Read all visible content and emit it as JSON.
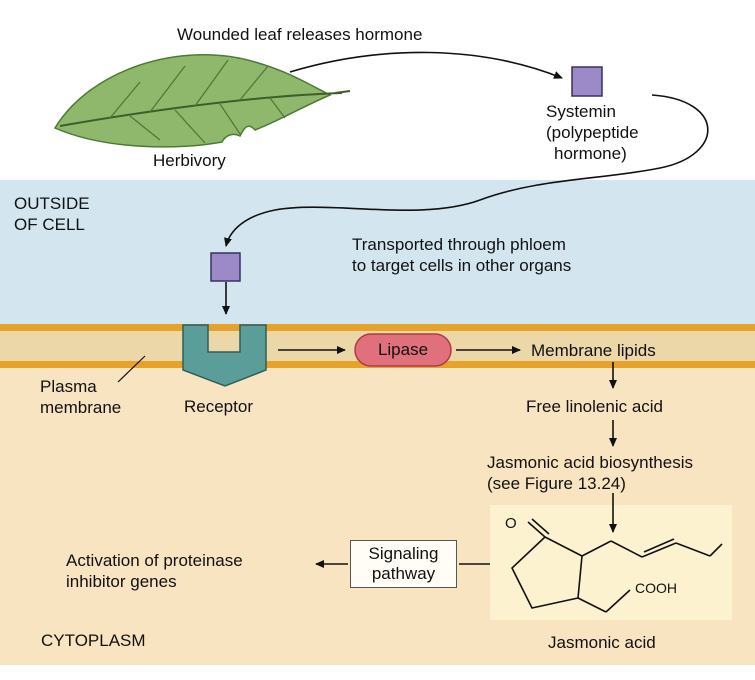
{
  "texts": {
    "wounded_leaf": "Wounded leaf releases hormone",
    "herbivory": "Herbivory",
    "systemin_l1": "Systemin",
    "systemin_l2": "(polypeptide",
    "systemin_l3": "hormone)",
    "outside_l1": "OUTSIDE",
    "outside_l2": "OF CELL",
    "transport_l1": "Transported through phloem",
    "transport_l2": "to target cells in other organs",
    "lipase": "Lipase",
    "membrane_lipids": "Membrane lipids",
    "plasma_l1": "Plasma",
    "plasma_l2": "membrane",
    "receptor": "Receptor",
    "free_linolenic": "Free linolenic acid",
    "ja_biosynth_l1": "Jasmonic acid biosynthesis",
    "ja_biosynth_l2": "(see Figure 13.24)",
    "activation_l1": "Activation of proteinase",
    "activation_l2": "inhibitor genes",
    "signaling_l1": "Signaling",
    "signaling_l2": "pathway",
    "cytoplasm": "CYTOPLASM",
    "jasmonic_acid": "Jasmonic acid",
    "cooh": "COOH",
    "oxygen": "O"
  },
  "colors": {
    "outside_bg": "#d3e6f0",
    "cytoplasm_bg": "#f9e4c2",
    "membrane_band": "#ecd7a8",
    "membrane_edge": "#e7a22a",
    "receptor": "#5b9d98",
    "systemin": "#9c89c8",
    "lipase_fill": "#e0707c",
    "lipase_stroke": "#b03a48",
    "leaf_fill": "#8fb86d",
    "leaf_vein": "#3f5e2a",
    "ja_panel": "#fcf2cf"
  }
}
